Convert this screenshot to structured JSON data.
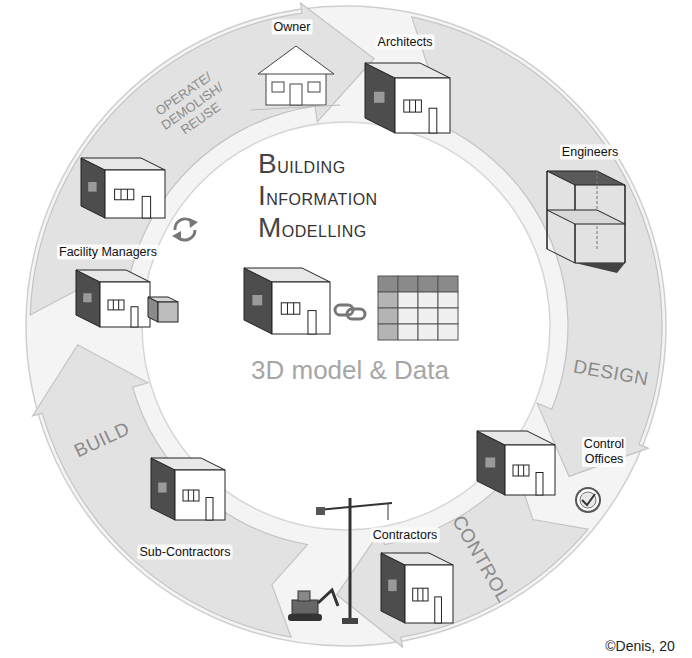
{
  "diagram": {
    "labels": [
      "Owner",
      "Architects",
      "OPERATE/ DEMOLISH/ REUSE",
      "BUILDING",
      "INFORMATION",
      "MODELLING",
      "Engineers",
      "Facility Managers",
      "3D model & Data",
      "DESIGN",
      "BUILD",
      "Control Offices",
      "Sub-Contractors",
      "Contractors",
      "CONTROL",
      "©Denis, 20"
    ]
  }
}
